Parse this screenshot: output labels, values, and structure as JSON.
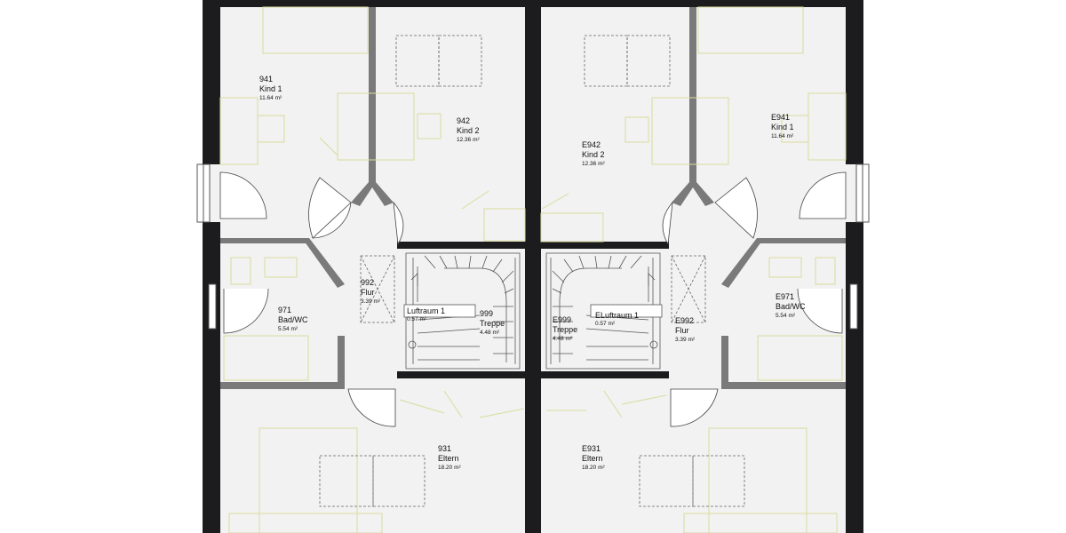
{
  "rooms": [
    {
      "id": "941",
      "name": "Kind 1",
      "area": "11.64 m²"
    },
    {
      "id": "942",
      "name": "Kind 2",
      "area": "12.36 m²"
    },
    {
      "id": "992",
      "name": "Flur",
      "area": "3.39 m²"
    },
    {
      "id": "971",
      "name": "Bad/WC",
      "area": "5.54 m²"
    },
    {
      "id": "999",
      "name": "Treppe",
      "area": "4.48 m²"
    },
    {
      "id": "931",
      "name": "Eltern",
      "area": "18.20 m²"
    },
    {
      "id": "E941",
      "name": "Kind 1",
      "area": "11.64 m²"
    },
    {
      "id": "E942",
      "name": "Kind 2",
      "area": "12.36 m²"
    },
    {
      "id": "E992",
      "name": "Flur",
      "area": "3.39 m²"
    },
    {
      "id": "E971",
      "name": "Bad/WC",
      "area": "5.54 m²"
    },
    {
      "id": "E999",
      "name": "Treppe",
      "area": "4.48 m²"
    },
    {
      "id": "E931",
      "name": "Eltern",
      "area": "18.20 m²"
    }
  ],
  "voids": [
    {
      "name": "Luftraum 1",
      "area": "0.57 m²"
    },
    {
      "name": "ELuftraum 1",
      "area": "0.57 m²"
    }
  ],
  "colors": {
    "wall": "#1c1c1e",
    "inner_wall": "#7a7a7a",
    "floor": "#f2f2f2",
    "furniture": "#d8dc9e",
    "dashed": "#666666"
  }
}
